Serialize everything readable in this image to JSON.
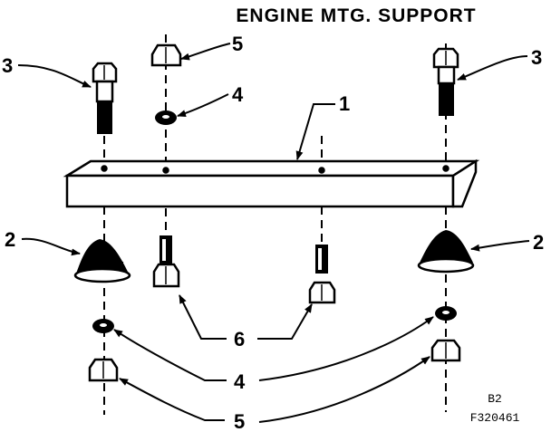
{
  "title": "ENGINE MTG. SUPPORT",
  "callouts": {
    "c1": "1",
    "c2_left": "2",
    "c2_right": "2",
    "c3_left": "3",
    "c3_right": "3",
    "c4_top": "4",
    "c4_bottom": "4",
    "c5_top": "5",
    "c5_bottom": "5",
    "c6": "6"
  },
  "figure_codes": {
    "line1": "B2",
    "line2": "F320461"
  },
  "colors": {
    "ink": "#000000",
    "paper": "#ffffff"
  }
}
